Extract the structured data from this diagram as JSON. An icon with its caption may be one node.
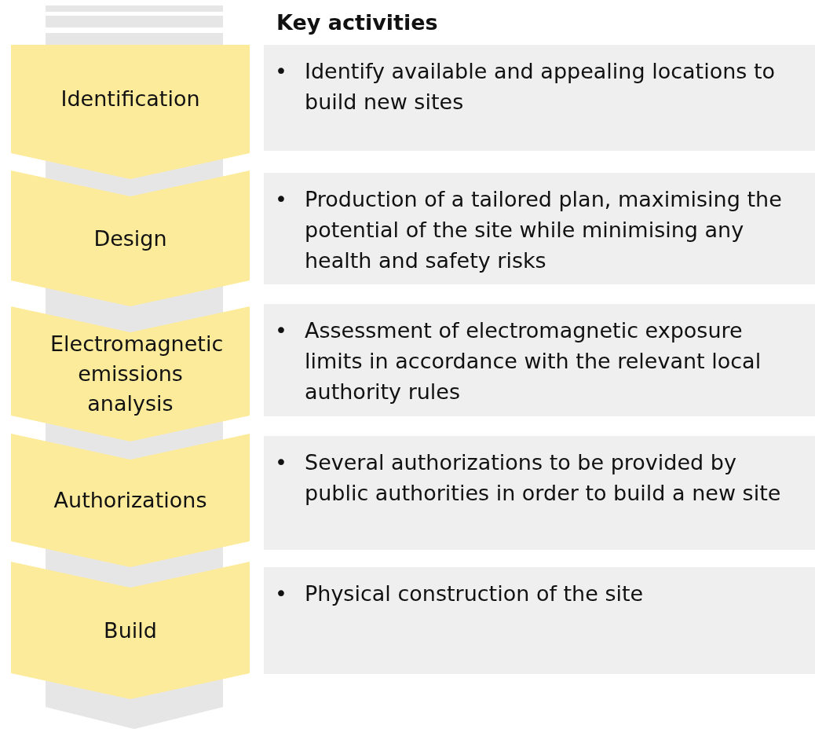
{
  "diagram": {
    "nodes": [
      {
        "text": [
          "Identification"
        ]
      },
      {
        "text": [
          "Design"
        ]
      },
      {
        "text": [
          "Electromagnetic emissions analysis"
        ]
      },
      {
        "text": [
          "Authorizations"
        ]
      },
      {
        "text": [
          "Build"
        ]
      },
      {
        "text": [
          "•",
          "Identify available and appealing locations to build new sites"
        ]
      },
      {
        "text": [
          "•",
          "Production of a tailored plan, maximising the potential of the site while minimising any health and safety risks"
        ]
      },
      {
        "text": [
          "•",
          "Assessment of electromagnetic exposure limits in accordance with the relevant local authority rules"
        ]
      },
      {
        "text": [
          "•",
          "Several authorizations to be provided by public authorities in order to build a new site"
        ]
      },
      {
        "text": [
          "•",
          "Physical construction of the site"
        ]
      }
    ],
    "labels": [
      "Key activities"
    ]
  }
}
